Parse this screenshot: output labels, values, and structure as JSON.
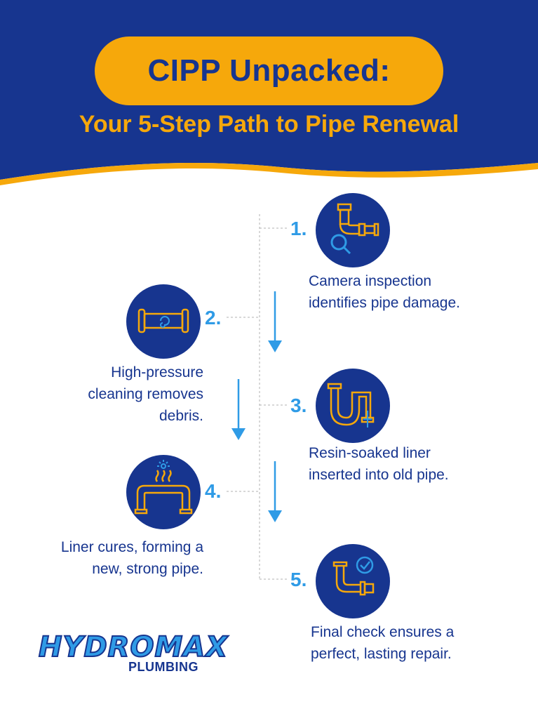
{
  "header": {
    "title": "CIPP Unpacked:",
    "subtitle": "Your 5-Step Path to Pipe Renewal"
  },
  "colors": {
    "navy": "#17358f",
    "orange": "#f6a80b",
    "blue": "#2f9be6",
    "white": "#ffffff"
  },
  "steps": [
    {
      "number": "1.",
      "text": "Camera inspection identifies pipe damage.",
      "icon": "pipe-inspection-magnifier-icon"
    },
    {
      "number": "2.",
      "text": "High-pressure cleaning removes debris.",
      "icon": "pipe-cleaning-swirl-icon"
    },
    {
      "number": "3.",
      "text": "Resin-soaked liner inserted into old pipe.",
      "icon": "u-bend-liner-icon"
    },
    {
      "number": "4.",
      "text": "Liner cures, forming a new, strong pipe.",
      "icon": "heated-pipe-icon"
    },
    {
      "number": "5.",
      "text": "Final check ensures a perfect, lasting repair.",
      "icon": "pipe-checkmark-icon"
    }
  ],
  "logo": {
    "main": "HYDROMAX",
    "sub": "PLUMBING"
  }
}
